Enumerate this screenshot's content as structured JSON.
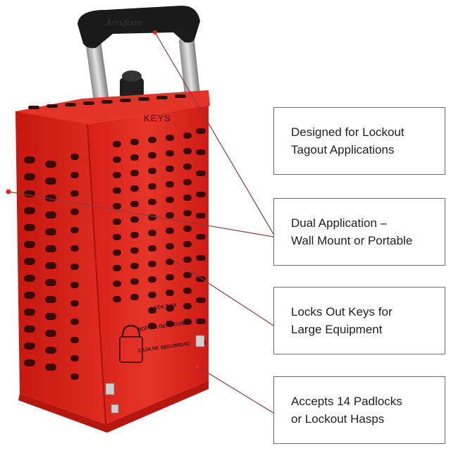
{
  "product": {
    "handle_brand": "Accuform",
    "front_label": "KEYS",
    "sticker_lines": [
      "LOCK BOX",
      "BOÎTIER DE SÉCURITÉ",
      "CAJA DE SEGURIDAD"
    ]
  },
  "callouts": [
    {
      "text": "Designed for Lockout\nTagout Applications"
    },
    {
      "text": "Dual Application –\nWall Mount or Portable"
    },
    {
      "text": "Locks Out Keys for\nLarge Equipment"
    },
    {
      "text": "Accepts 14 Padlocks\nor Lockout Hasps"
    }
  ],
  "colors": {
    "box_red": "#e0251c",
    "box_dark_red": "#a0140e",
    "handle_black": "#1a1a1a",
    "leader_line": "#8a3a3a",
    "callout_border": "#6b6b6b"
  }
}
